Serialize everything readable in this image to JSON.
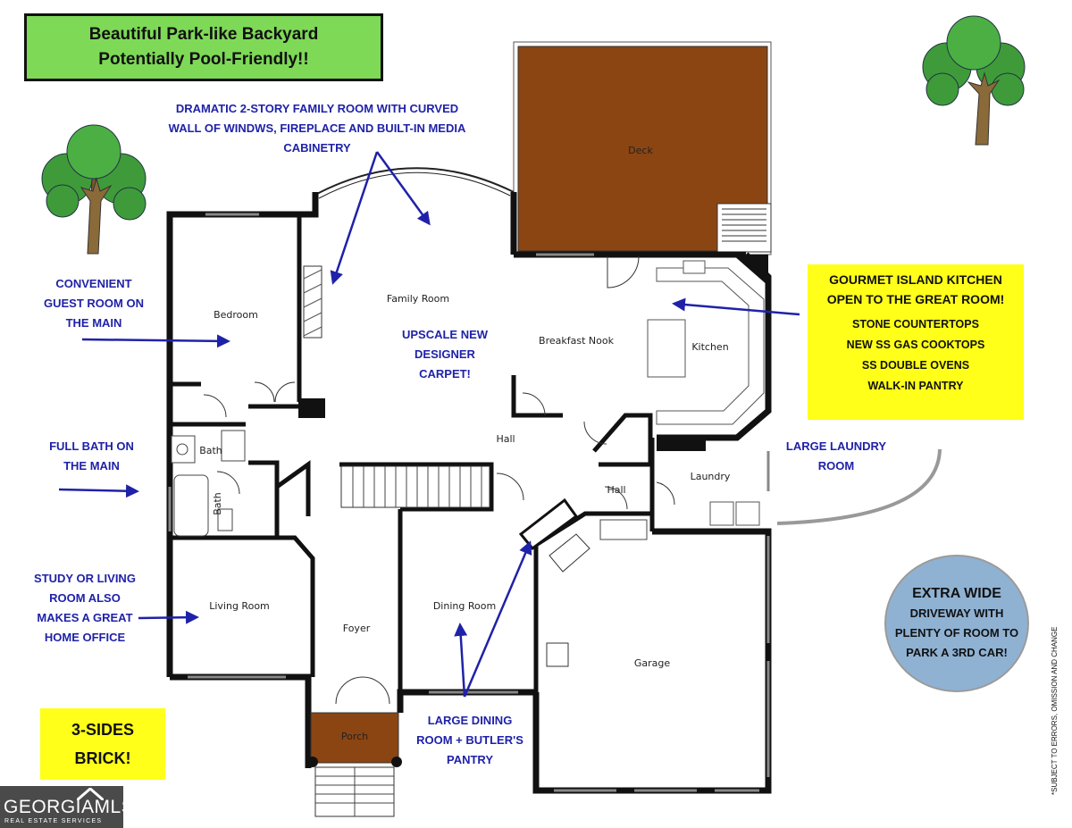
{
  "banner": {
    "line1": "Beautiful Park-like Backyard",
    "line2": "Potentially Pool-Friendly!!"
  },
  "rooms": {
    "deck": "Deck",
    "family_room": "Family Room",
    "bedroom": "Bedroom",
    "breakfast_nook": "Breakfast Nook",
    "kitchen": "Kitchen",
    "hall_main": "Hall",
    "bath_upper": "Bath",
    "bath_lower": "Bath",
    "hall_small": "Hall",
    "laundry": "Laundry",
    "living_room": "Living Room",
    "foyer": "Foyer",
    "dining_room": "Dining Room",
    "garage": "Garage",
    "porch": "Porch"
  },
  "notes": {
    "family_room": [
      "DRAMATIC 2-STORY FAMILY ROOM WITH CURVED",
      "WALL OF WINDWS, FIREPLACE AND BUILT-IN MEDIA",
      "CABINETRY"
    ],
    "guest_room": [
      "CONVENIENT",
      "GUEST ROOM ON",
      "THE MAIN"
    ],
    "carpet": [
      "UPSCALE NEW",
      "DESIGNER",
      "CARPET!"
    ],
    "full_bath": [
      "FULL BATH ON",
      "THE MAIN"
    ],
    "study": [
      "STUDY OR LIVING",
      "ROOM ALSO",
      "MAKES A GREAT",
      "HOME OFFICE"
    ],
    "dining": [
      "LARGE DINING",
      "ROOM + BUTLER'S",
      "PANTRY"
    ],
    "laundry": [
      "LARGE LAUNDRY",
      "ROOM"
    ]
  },
  "kitchen_box": {
    "title1": "GOURMET ISLAND KITCHEN",
    "title2": "OPEN TO THE GREAT ROOM!",
    "features": [
      "STONE COUNTERTOPS",
      "NEW SS GAS COOKTOPS",
      "SS DOUBLE OVENS",
      "WALK-IN PANTRY"
    ]
  },
  "brick_box": {
    "line1": "3-SIDES",
    "line2": "BRICK!"
  },
  "driveway": {
    "line1": "EXTRA WIDE",
    "lines": [
      "DRIVEWAY WITH",
      "PLENTY OF ROOM TO",
      "PARK A 3RD CAR!"
    ]
  },
  "disclaimer": "*SUBJECT TO ERRORS, OMISSION AND CHANGE",
  "logo": {
    "name": "GEORGIAMLS",
    "tagline": "REAL ESTATE SERVICES"
  },
  "colors": {
    "note_blue": "#1f22a8",
    "banner_green": "#7ed957",
    "highlight_yellow": "#ffff1a",
    "deck_brown": "#8b4513",
    "driveway_circle": "#8fb2d3"
  }
}
